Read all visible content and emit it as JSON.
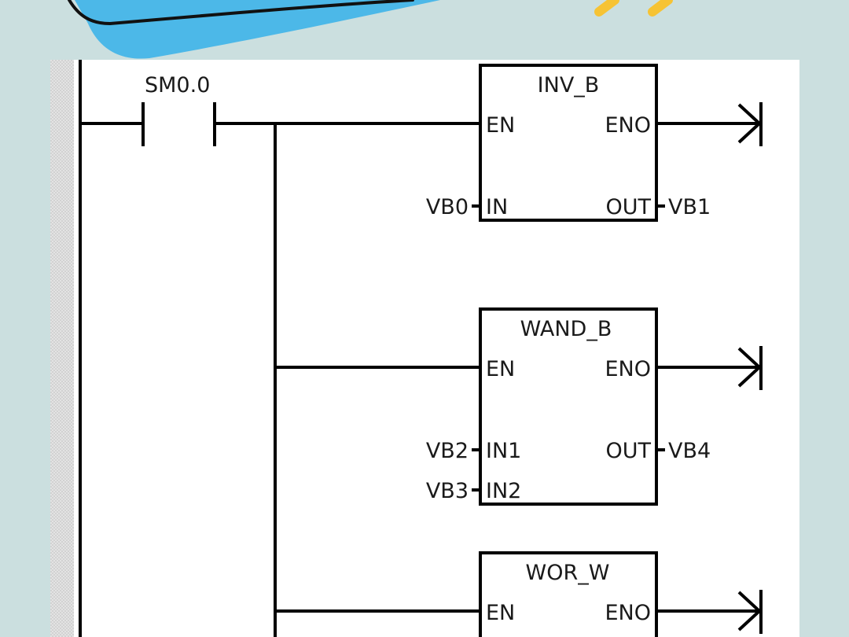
{
  "decoration": {
    "ribbon_color": "#4cb8e8",
    "ribbon_outline": "#111111",
    "accent_color": "#f6c334",
    "background_color": "#cbdfdf",
    "panel_color": "#ffffff"
  },
  "ladder": {
    "contact": {
      "type": "normally-open",
      "address": "SM0.0"
    },
    "blocks": [
      {
        "name": "INV_B",
        "pins_left": [
          {
            "pin": "EN",
            "operand": ""
          },
          {
            "pin": "IN",
            "operand": "VB0"
          }
        ],
        "pins_right": [
          {
            "pin": "ENO",
            "operand": ""
          },
          {
            "pin": "OUT",
            "operand": "VB1"
          }
        ],
        "eno_terminal": "open-end-arrow"
      },
      {
        "name": "WAND_B",
        "pins_left": [
          {
            "pin": "EN",
            "operand": ""
          },
          {
            "pin": "IN1",
            "operand": "VB2"
          },
          {
            "pin": "IN2",
            "operand": "VB3"
          }
        ],
        "pins_right": [
          {
            "pin": "ENO",
            "operand": ""
          },
          {
            "pin": "OUT",
            "operand": "VB4"
          }
        ],
        "eno_terminal": "open-end-arrow"
      },
      {
        "name": "WOR_W",
        "pins_left": [
          {
            "pin": "EN",
            "operand": ""
          }
        ],
        "pins_right": [
          {
            "pin": "ENO",
            "operand": ""
          }
        ],
        "eno_terminal": "open-end-arrow"
      }
    ]
  }
}
